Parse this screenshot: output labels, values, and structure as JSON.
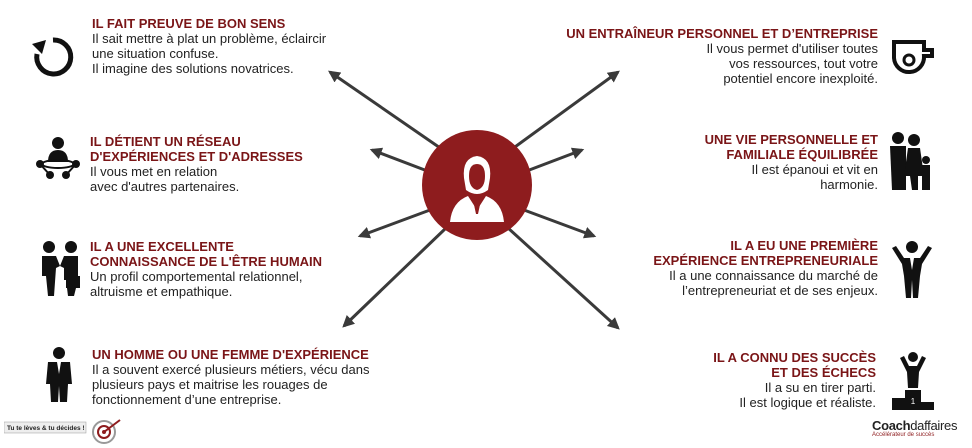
{
  "left_items": [
    {
      "title": [
        "IL FAIT PREUVE DE BON SENS"
      ],
      "body": [
        "Il sait mettre à plat un problème, éclaircir",
        "une situation confuse.",
        "Il imagine des solutions novatrices."
      ]
    },
    {
      "title": [
        "IL DÉTIENT UN RÉSEAU",
        "D'EXPÉRIENCES ET D'ADRESSES"
      ],
      "body": [
        "Il vous met en relation",
        "avec d'autres partenaires."
      ]
    },
    {
      "title": [
        "IL A UNE  EXCELLENTE",
        "CONNAISSANCE DE L'ÊTRE HUMAIN"
      ],
      "body": [
        "Un profil comportemental relationnel,",
        "altruisme et empathique."
      ]
    },
    {
      "title": [
        "UN HOMME OU UNE FEMME D'EXPÉRIENCE"
      ],
      "body": [
        "Il  a souvent exercé plusieurs métiers, vécu dans",
        "plusieurs pays et maitrise les rouages de",
        "fonctionnement d’une entreprise."
      ]
    }
  ],
  "right_items": [
    {
      "title": [
        "UN ENTRAÎNEUR PERSONNEL ET D’ENTREPRISE"
      ],
      "body": [
        "Il vous permet d'utiliser toutes",
        "vos ressources, tout votre",
        "potentiel encore inexploité."
      ]
    },
    {
      "title": [
        "UNE VIE PERSONNELLE ET",
        "FAMILIALE ÉQUILIBRÉE"
      ],
      "body": [
        "Il est épanoui et vit en",
        "harmonie."
      ]
    },
    {
      "title": [
        "IL A EU UNE PREMIÈRE",
        "EXPÉRIENCE ENTREPRENEURIALE"
      ],
      "body": [
        "Il a une connaissance du marché de",
        "l’entrepreneuriat et de ses enjeux."
      ]
    },
    {
      "title": [
        "IL A CONNU DES SUCCÈS",
        "ET DES ÉCHECS"
      ],
      "body": [
        "Il a su en tirer parti.",
        "Il est logique et réaliste."
      ]
    }
  ],
  "icons": {
    "left": [
      "refresh-icon",
      "network-icon",
      "handshake-icon",
      "businessman-icon"
    ],
    "right": [
      "whistle-icon",
      "family-icon",
      "success-man-icon",
      "podium-icon"
    ],
    "center": "businesswoman-icon"
  },
  "colors": {
    "accent": "#8e1c1e",
    "title": "#7a1517",
    "text": "#222222",
    "arrow": "#3a3a3a"
  },
  "footer": {
    "left_text": "Tu te lèves & tu décides !",
    "brand_bold": "Coach",
    "brand_light": "daffaires",
    "brand_tagline": "Accélérateur de succès"
  }
}
